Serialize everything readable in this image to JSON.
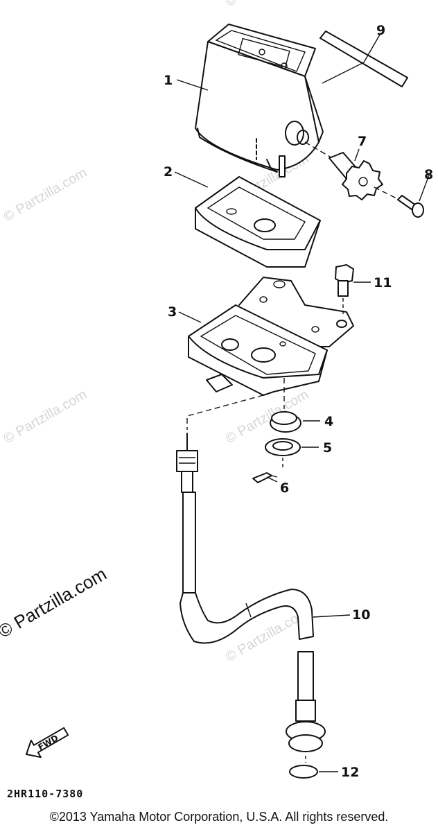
{
  "diagram": {
    "callouts": [
      {
        "id": "1",
        "label": "1"
      },
      {
        "id": "2",
        "label": "2"
      },
      {
        "id": "3",
        "label": "3"
      },
      {
        "id": "4",
        "label": "4"
      },
      {
        "id": "5",
        "label": "5"
      },
      {
        "id": "6",
        "label": "6"
      },
      {
        "id": "7",
        "label": "7"
      },
      {
        "id": "8",
        "label": "8"
      },
      {
        "id": "9",
        "label": "9"
      },
      {
        "id": "10",
        "label": "10"
      },
      {
        "id": "11",
        "label": "11"
      },
      {
        "id": "12",
        "label": "12"
      }
    ],
    "fwd_label": "FWD",
    "diagram_code": "2HR110-7380",
    "watermark": "© Partzilla.com",
    "big_watermark": "© Partzilla.com",
    "copyright": "©2013  Yamaha Motor Corporation, U.S.A. All rights reserved."
  }
}
